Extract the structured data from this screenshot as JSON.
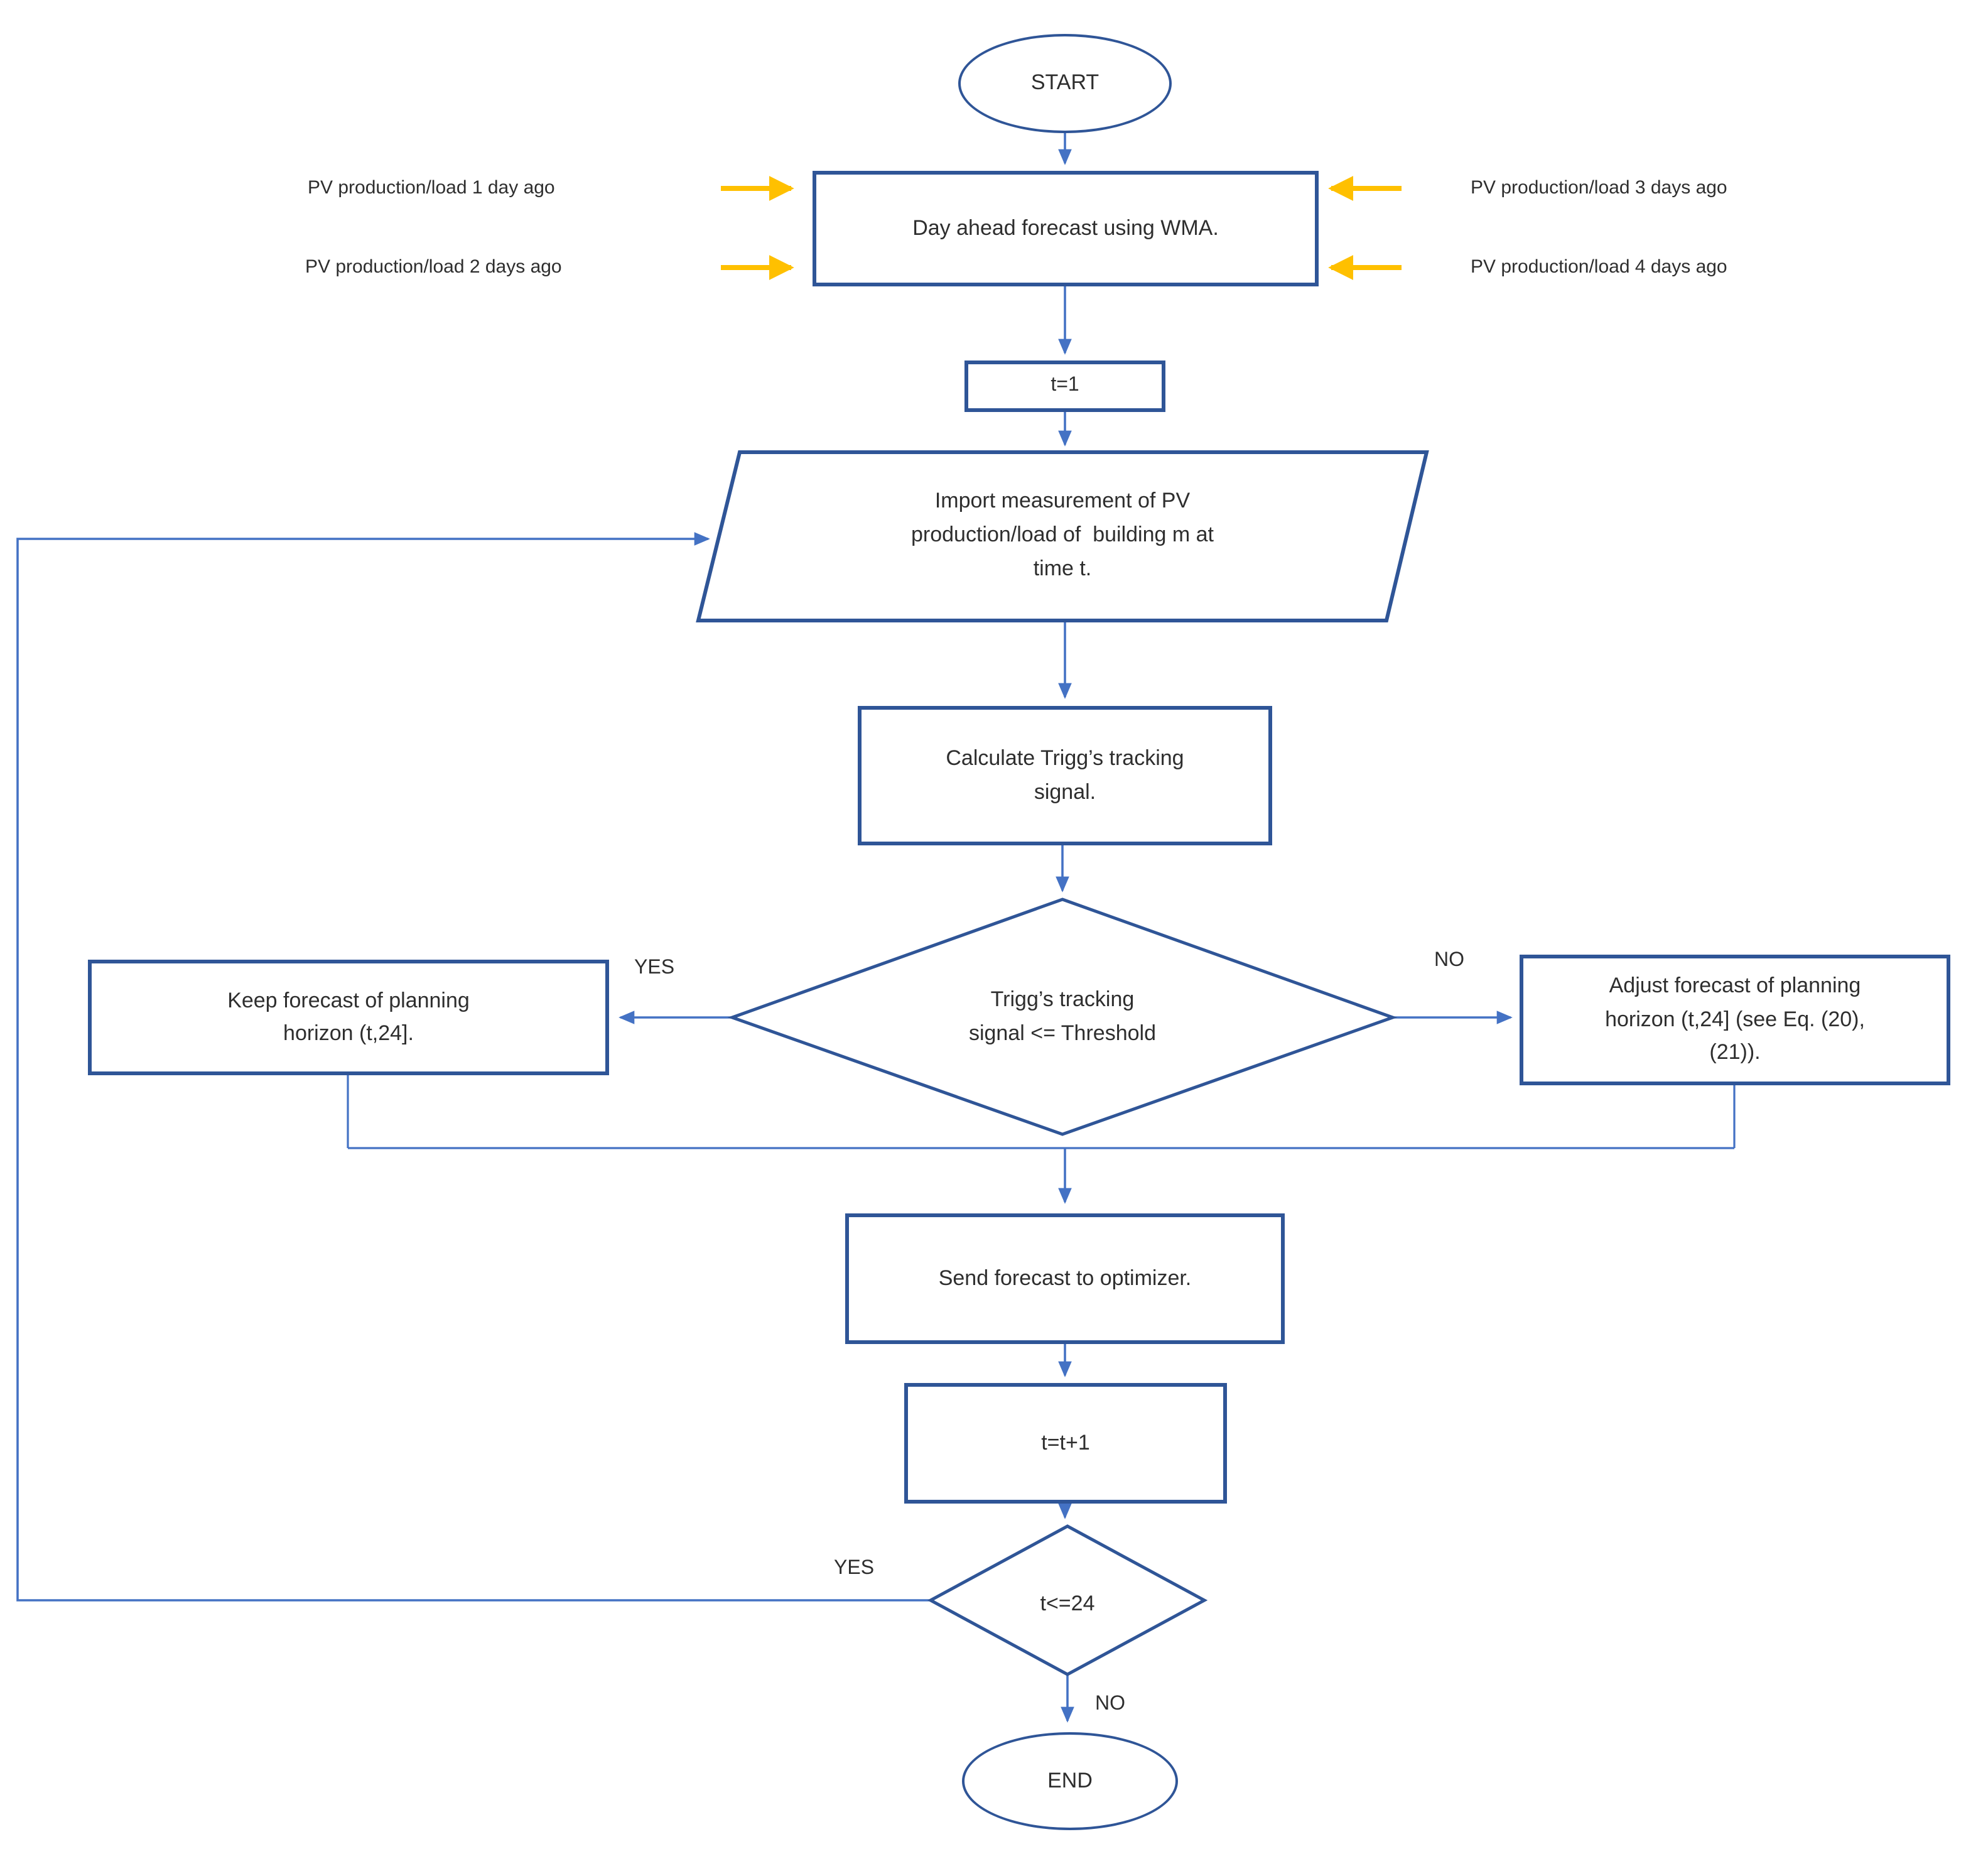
{
  "diagram": {
    "type": "flowchart",
    "nodes": {
      "start": {
        "label": "START",
        "shape": "ellipse"
      },
      "forecast": {
        "label": "Day ahead forecast using WMA.",
        "shape": "rectangle"
      },
      "t_init": {
        "label": "t=1",
        "shape": "rectangle"
      },
      "import_measurement": {
        "label": "Import measurement of PV\nproduction/load of  building m at\ntime t.",
        "shape": "parallelogram"
      },
      "calculate_signal": {
        "label": "Calculate Trigg’s tracking\nsignal.",
        "shape": "rectangle"
      },
      "threshold_decision": {
        "label": "Trigg’s tracking\nsignal <= Threshold",
        "shape": "diamond"
      },
      "keep_forecast": {
        "label": "Keep forecast of planning\nhorizon (t,24].",
        "shape": "rectangle"
      },
      "adjust_forecast": {
        "label": "Adjust forecast of planning\nhorizon (t,24] (see Eq. (20),\n(21)).",
        "shape": "rectangle"
      },
      "send_forecast": {
        "label": "Send forecast to optimizer.",
        "shape": "rectangle"
      },
      "increment_t": {
        "label": "t=t+1",
        "shape": "rectangle"
      },
      "loop_decision": {
        "label": "t<=24",
        "shape": "diamond"
      },
      "end": {
        "label": "END",
        "shape": "ellipse"
      }
    },
    "inputs": {
      "left": [
        "PV production/load 1 day ago",
        "PV production/load 2 days ago"
      ],
      "right": [
        "PV production/load 3 days ago",
        "PV production/load 4 days ago"
      ]
    },
    "edge_labels": {
      "threshold_yes": "YES",
      "threshold_no": "NO",
      "loop_yes": "YES",
      "loop_no": "NO"
    },
    "colors": {
      "shape_border": "#2F5597",
      "connector": "#4472C4",
      "input_arrow": "#FFC000",
      "text": "#2E2E2E"
    }
  }
}
